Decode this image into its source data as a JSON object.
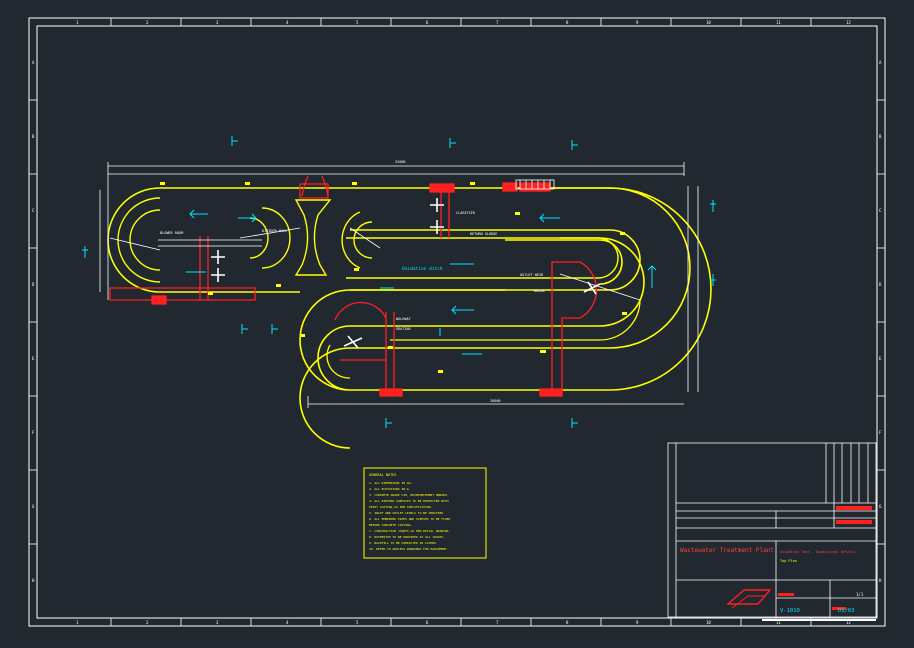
{
  "sheet": {
    "column_marks": [
      "1",
      "2",
      "3",
      "4",
      "5",
      "6",
      "7",
      "8",
      "9",
      "10",
      "11",
      "12"
    ],
    "row_marks": [
      "A",
      "B",
      "C",
      "D",
      "E",
      "F",
      "G",
      "H"
    ]
  },
  "plan": {
    "center_label": "Oxidation ditch",
    "dimension_top": "32000",
    "dimension_bottom": "28000"
  },
  "notes": {
    "title": "GENERAL NOTES",
    "lines": [
      "1. ALL DIMENSIONS IN mm.",
      "2. ALL ELEVATIONS IN m.",
      "3. CONCRETE GRADE C30, REINFORCEMENT HRB400.",
      "4. ALL EXPOSED SURFACES TO BE PROTECTED WITH",
      "   EPOXY COATING AS PER SPECIFICATION.",
      "5. INLET AND OUTLET LEVELS TO BE VERIFIED.",
      "6. ALL EMBEDDED PIPES AND SLEEVES TO BE FIXED",
      "   BEFORE CONCRETE CASTING.",
      "7. CONSTRUCTION JOINTS AS PER DETAIL DRAWING.",
      "8. WATERSTOP TO BE PROVIDED AT ALL JOINTS.",
      "9. BACKFILL TO BE COMPACTED IN LAYERS.",
      "10. REFER TO PROCESS DRAWINGS FOR EQUIPMENT."
    ]
  },
  "title_block": {
    "project": "Wastewater Treatment Plant",
    "drawing_title": "Oxidation Tank - Dimensional Details",
    "drawing_subtitle": "Top Plan",
    "drawing_no": "V-1010",
    "sheet_no": "1/1",
    "revision": "D1/03",
    "logo_text": "GHV"
  },
  "colors": {
    "background": "#212830",
    "frame": "#ffffff",
    "wall": "#ffff00",
    "section": "#ff2020",
    "dimension": "#ffffff",
    "annotation": "#00e5ff",
    "text_red": "#ff4040",
    "hatch": "#ffffff"
  }
}
